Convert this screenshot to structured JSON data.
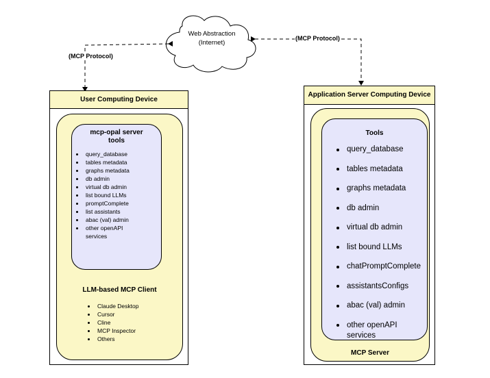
{
  "cloud": {
    "line1": "Web Abstraction",
    "line2": "(Internet)"
  },
  "edges": {
    "left_label": "(MCP Protocol)",
    "right_label": "(MCP Protocol)"
  },
  "user_device": {
    "title": "User Computing Device",
    "server_tools": {
      "title_line1": "mcp-opal server",
      "title_line2": "tools",
      "items": [
        "query_database",
        "tables metadata",
        "graphs metadata",
        "db admin",
        "virtual db admin",
        "list bound LLMs",
        "promptComplete",
        "list assistants",
        "abac (val) admin",
        "other openAPI",
        "services"
      ]
    },
    "client": {
      "title": "LLM-based MCP Client",
      "items": [
        "Claude Desktop",
        "Cursor",
        "Cline",
        "MCP Inspector",
        "Others"
      ]
    }
  },
  "app_device": {
    "title": "Application Server Computing Device",
    "tools": {
      "title": "Tools",
      "items": [
        "query_database",
        "tables metadata",
        "graphs metadata",
        "db admin",
        "virtual db admin",
        "list bound LLMs",
        "chatPromptComplete",
        "assistantsConfigs",
        "abac (val) admin",
        "other openAPI",
        "services"
      ]
    },
    "server_label": "MCP Server"
  },
  "colors": {
    "yellow": "#fbf7c6",
    "lavender": "#e6e6fb",
    "line": "#000000"
  }
}
